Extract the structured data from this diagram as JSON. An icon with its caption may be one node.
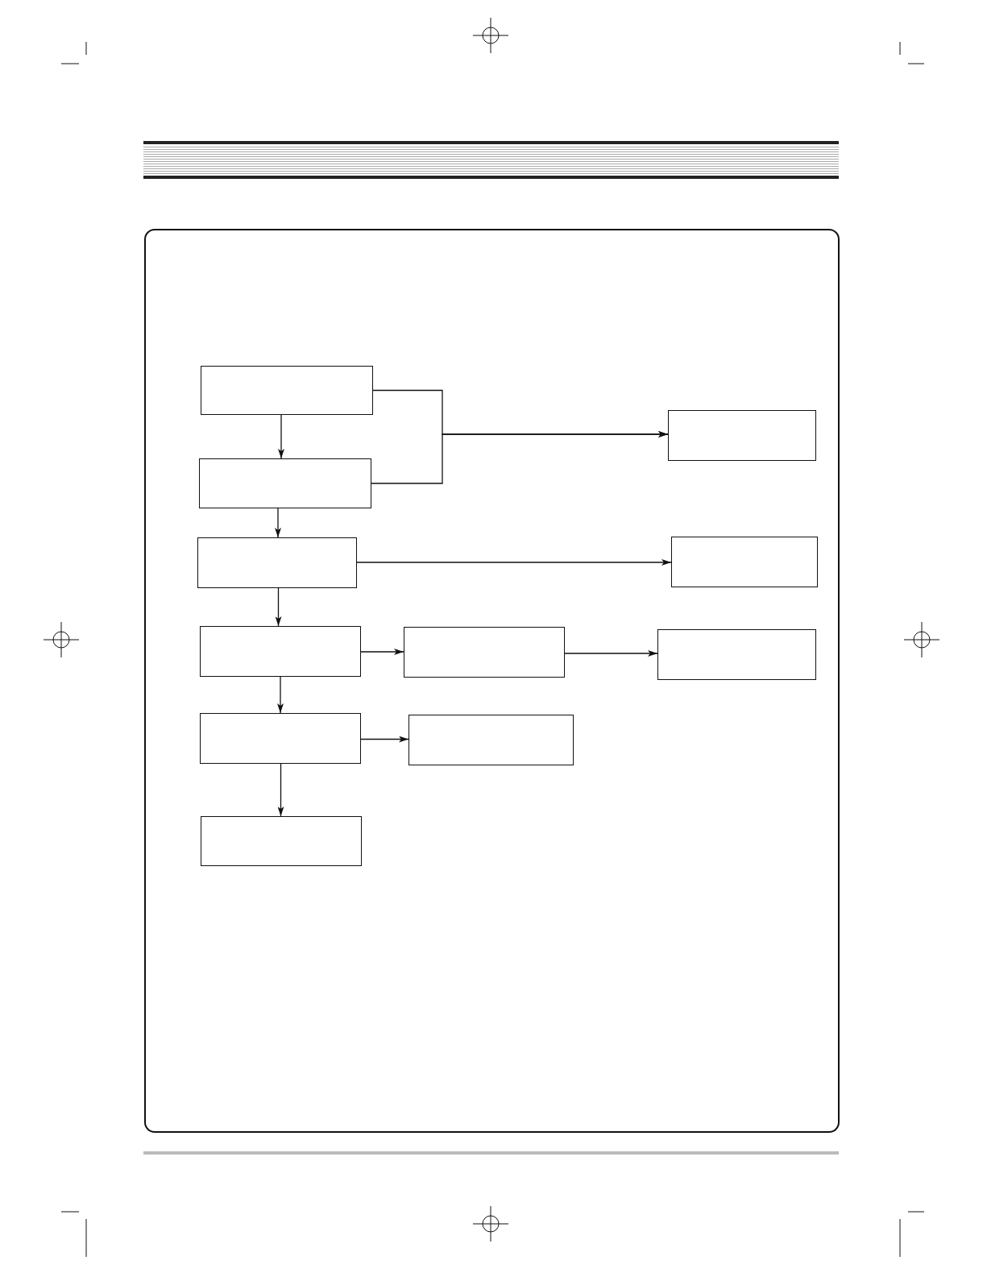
{
  "diagram": {
    "nodes": [
      {
        "text": [],
        "shape": "box"
      },
      {
        "text": [],
        "shape": "box"
      },
      {
        "text": [],
        "shape": "box"
      },
      {
        "text": [],
        "shape": "box"
      },
      {
        "text": [],
        "shape": "box"
      },
      {
        "text": [],
        "shape": "box"
      },
      {
        "text": [],
        "shape": "box"
      },
      {
        "text": [],
        "shape": "box"
      },
      {
        "text": [],
        "shape": "box"
      },
      {
        "text": [],
        "shape": "box"
      },
      {
        "text": [],
        "shape": "box"
      }
    ],
    "edges": [
      {
        "from": 0,
        "to": 2,
        "arrow": "to"
      },
      {
        "from": 0,
        "to": 1,
        "arrow": "to"
      },
      {
        "from": 2,
        "to": 1,
        "arrow": "to"
      },
      {
        "from": 2,
        "to": 3,
        "arrow": "to"
      },
      {
        "from": 3,
        "to": 4,
        "arrow": "to"
      },
      {
        "from": 3,
        "to": 5,
        "arrow": "to"
      },
      {
        "from": 5,
        "to": 6,
        "arrow": "to"
      },
      {
        "from": 6,
        "to": 7,
        "arrow": "to"
      },
      {
        "from": 5,
        "to": 8,
        "arrow": "to"
      },
      {
        "from": 8,
        "to": 9,
        "arrow": "to"
      },
      {
        "from": 8,
        "to": 10,
        "arrow": "to"
      }
    ]
  }
}
